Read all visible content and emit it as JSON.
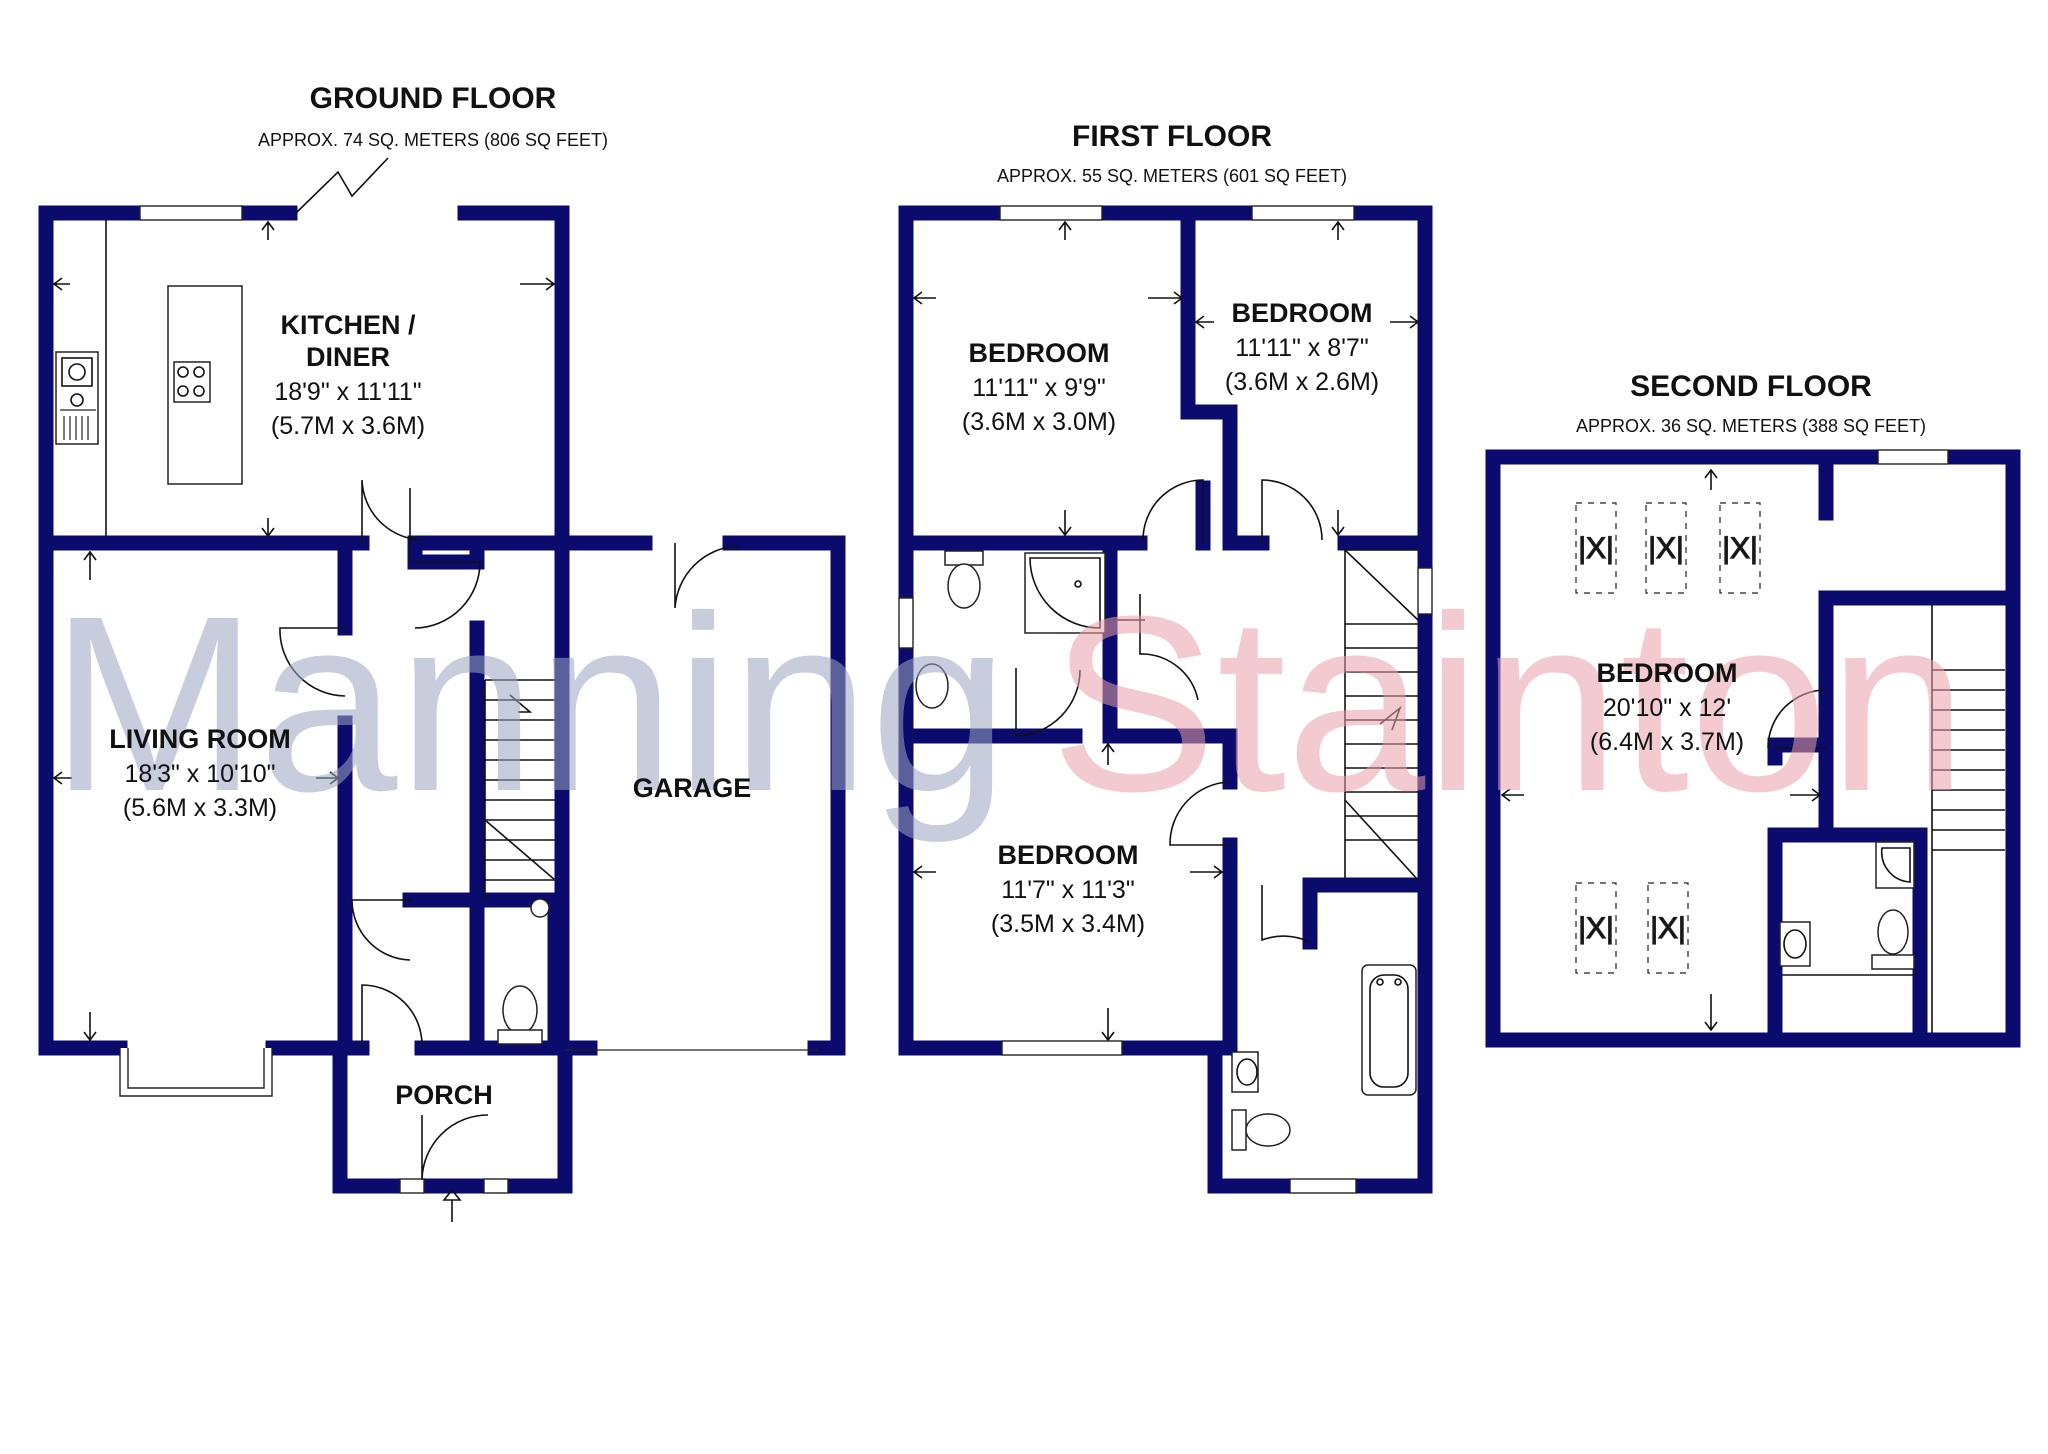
{
  "watermark": {
    "left": "Manning",
    "right": "Stainton",
    "left_color": "#9aa6c0",
    "right_color": "#e8a0a8"
  },
  "colors": {
    "wall": "#0b0b6e",
    "line": "#111111",
    "background": "#ffffff"
  },
  "floors": {
    "ground": {
      "title": "GROUND FLOOR",
      "area": "APPROX. 74 SQ. METERS (806 SQ FEET)"
    },
    "first": {
      "title": "FIRST FLOOR",
      "area": "APPROX. 55 SQ. METERS (601 SQ FEET)"
    },
    "second": {
      "title": "SECOND FLOOR",
      "area": "APPROX. 36 SQ. METERS (388 SQ FEET)"
    }
  },
  "rooms": {
    "kitchen": {
      "name_line1": "KITCHEN /",
      "name_line2": "DINER",
      "imperial": "18'9\" x 11'11\"",
      "metric": "(5.7M x 3.6M)"
    },
    "living": {
      "name": "LIVING ROOM",
      "imperial": "18'3\" x 10'10\"",
      "metric": "(5.6M x 3.3M)"
    },
    "garage": {
      "name": "GARAGE"
    },
    "porch": {
      "name": "PORCH"
    },
    "bed1": {
      "name": "BEDROOM",
      "imperial": "11'11\" x 9'9\"",
      "metric": "(3.6M x 3.0M)"
    },
    "bed2": {
      "name": "BEDROOM",
      "imperial": "11'11\" x 8'7\"",
      "metric": "(3.6M x 2.6M)"
    },
    "bed3": {
      "name": "BEDROOM",
      "imperial": "11'7\" x 11'3\"",
      "metric": "(3.5M x 3.4M)"
    },
    "bed4": {
      "name": "BEDROOM",
      "imperial": "20'10\" x 12'",
      "metric": "(6.4M x 3.7M)"
    }
  }
}
